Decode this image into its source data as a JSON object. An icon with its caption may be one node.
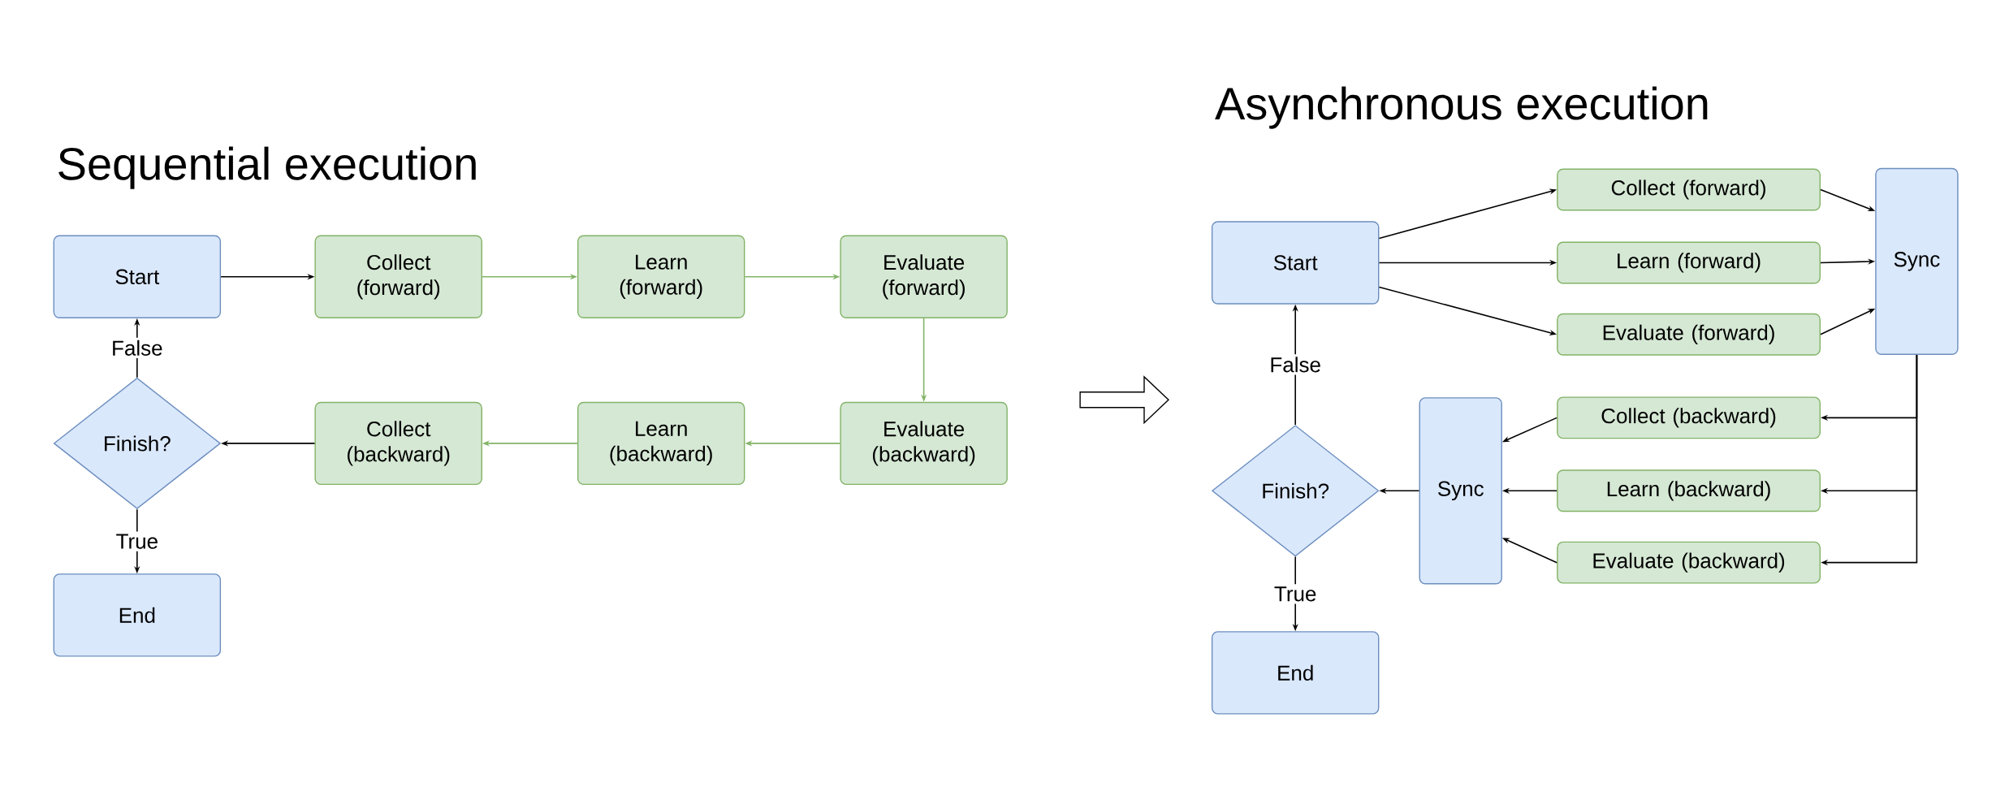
{
  "diagram": {
    "nodes": [
      {
        "text": [
          "Start"
        ]
      },
      {
        "text": [
          "Collect (forward)"
        ]
      },
      {
        "text": [
          "Learn (forward)"
        ]
      },
      {
        "text": [
          "Evaluate (forward)"
        ]
      },
      {
        "text": [
          "Finish?"
        ]
      },
      {
        "text": [
          "Collect (backward)"
        ]
      },
      {
        "text": [
          "Learn (backward)"
        ]
      },
      {
        "text": [
          "Evaluate (backward)"
        ]
      },
      {
        "text": [
          "End"
        ]
      },
      {
        "text": [
          "Start"
        ]
      },
      {
        "text": [
          "Collect (forward)"
        ]
      },
      {
        "text": [
          "Learn (forward)"
        ]
      },
      {
        "text": [
          "Evaluate (forward)"
        ]
      },
      {
        "text": [
          "Sync"
        ]
      },
      {
        "text": [
          "Collect (backward)"
        ]
      },
      {
        "text": [
          "Learn (backward)"
        ]
      },
      {
        "text": [
          "Evaluate (backward)"
        ]
      },
      {
        "text": [
          "Sync"
        ]
      },
      {
        "text": [
          "Finish?"
        ]
      },
      {
        "text": [
          "End"
        ]
      }
    ],
    "edges": [
      {
        "from": 0,
        "to": 1,
        "arrow": "to"
      },
      {
        "from": 1,
        "to": 2,
        "arrow": "to",
        "color": "#82b366"
      },
      {
        "from": 2,
        "to": 3,
        "arrow": "to",
        "color": "#82b366"
      },
      {
        "from": 3,
        "to": 7,
        "arrow": "to",
        "color": "#82b366"
      },
      {
        "from": 7,
        "to": 6,
        "arrow": "to",
        "color": "#82b366"
      },
      {
        "from": 6,
        "to": 5,
        "arrow": "to",
        "color": "#82b366"
      },
      {
        "from": 5,
        "to": 4,
        "arrow": "to"
      },
      {
        "from": 4,
        "to": 0,
        "arrow": "to",
        "label": "False"
      },
      {
        "from": 4,
        "to": 8,
        "arrow": "to",
        "label": "True"
      },
      {
        "from": 9,
        "to": 10,
        "arrow": "to"
      },
      {
        "from": 9,
        "to": 11,
        "arrow": "to"
      },
      {
        "from": 9,
        "to": 12,
        "arrow": "to"
      },
      {
        "from": 10,
        "to": 13,
        "arrow": "to"
      },
      {
        "from": 11,
        "to": 13,
        "arrow": "to"
      },
      {
        "from": 12,
        "to": 13,
        "arrow": "to"
      },
      {
        "from": 13,
        "to": 14,
        "arrow": "to"
      },
      {
        "from": 13,
        "to": 15,
        "arrow": "to"
      },
      {
        "from": 13,
        "to": 16,
        "arrow": "to"
      },
      {
        "from": 14,
        "to": 17,
        "arrow": "to"
      },
      {
        "from": 15,
        "to": 17,
        "arrow": "to"
      },
      {
        "from": 16,
        "to": 17,
        "arrow": "to"
      },
      {
        "from": 17,
        "to": 18,
        "arrow": "to"
      },
      {
        "from": 18,
        "to": 9,
        "arrow": "to",
        "label": "False"
      },
      {
        "from": 18,
        "to": 19,
        "arrow": "to",
        "label": "True"
      }
    ],
    "labels": [
      "Sequential execution",
      "Asynchronous execution"
    ]
  }
}
